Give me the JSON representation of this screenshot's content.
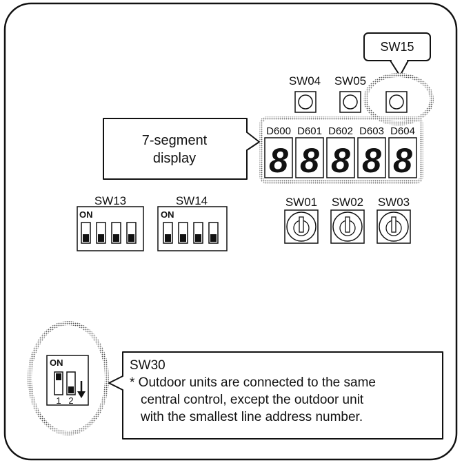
{
  "callouts": {
    "sw15": "SW15",
    "seven_segment_line1": "7-segment",
    "seven_segment_line2": "display"
  },
  "push_switches": [
    "SW04",
    "SW05"
  ],
  "display": {
    "digit_labels": [
      "D600",
      "D601",
      "D602",
      "D603",
      "D604"
    ],
    "digit_glyph": "8"
  },
  "dip_switches": {
    "sw13": {
      "label": "SW13",
      "on": "ON"
    },
    "sw14": {
      "label": "SW14",
      "on": "ON"
    }
  },
  "rotary_switches": [
    "SW01",
    "SW02",
    "SW03"
  ],
  "sw30": {
    "on": "ON",
    "pos1": "1",
    "pos2": "2",
    "title": "SW30",
    "note_line1": "* Outdoor units are connected to the same",
    "note_line2": "central control, except the outdoor unit",
    "note_line3": "with the smallest line address number."
  }
}
